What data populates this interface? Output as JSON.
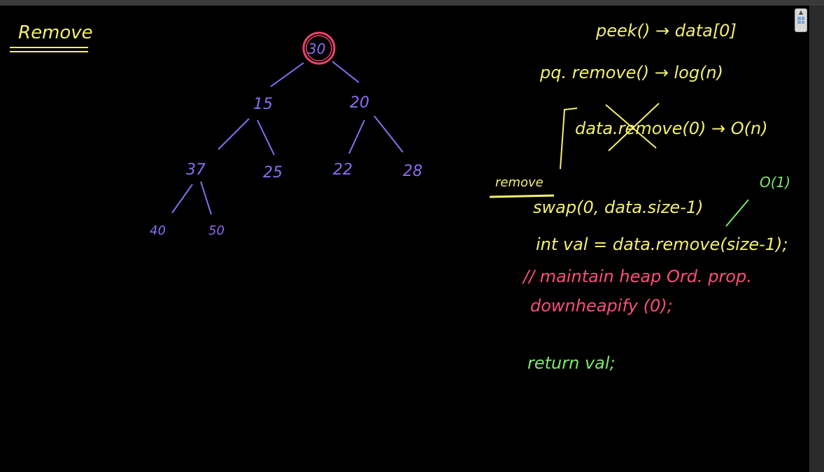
{
  "colors": {
    "background": "#000000",
    "yellow": "#f4f070",
    "purple": "#8a6ef2",
    "red": "#e9436a",
    "pink": "#ff4d7a",
    "green": "#7ee86b"
  },
  "heading": "Remove",
  "tree": {
    "root": "30",
    "level1": [
      "15",
      "20"
    ],
    "level2": [
      "37",
      "25",
      "22",
      "28"
    ],
    "level3": [
      "40",
      "50"
    ]
  },
  "notes": {
    "peek_line": "peek() → data[0]",
    "pq_remove_line": "pq. remove() → log(n)",
    "data_remove_prefix": "data.",
    "data_remove_struck": "remove",
    "data_remove_suffix": "(0) → O(n)",
    "remove_label": "remove",
    "swap_line": "swap(0, data.size-1)",
    "o1_label": "O(1)",
    "int_val_line": "int val = data.remove(size-1);",
    "comment_line": "// maintain heap Ord. prop.",
    "down_heapify_line": "downheapify (0);",
    "return_line": "return val;"
  },
  "ui": {
    "scroll_arrow": "▲"
  }
}
